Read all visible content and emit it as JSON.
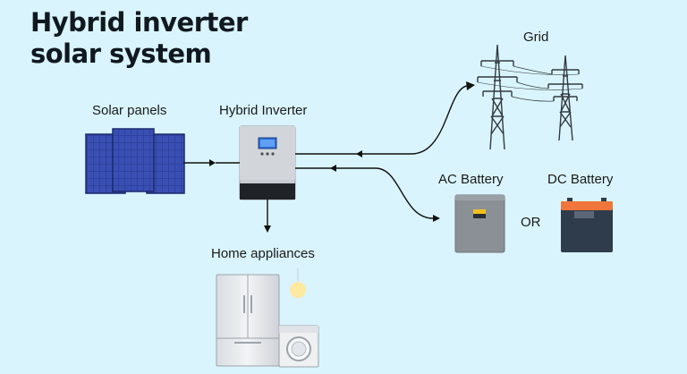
{
  "title": {
    "line1": "Hybrid inverter",
    "line2": "solar system"
  },
  "labels": {
    "solar_panels": "Solar panels",
    "hybrid_inverter": "Hybrid Inverter",
    "grid": "Grid",
    "ac_battery": "AC Battery",
    "dc_battery": "DC Battery",
    "or": "OR",
    "home_appliances": "Home appliances"
  },
  "colors": {
    "background": "#d9f4fd",
    "panel_blue": "#2d3f9a",
    "inverter_body": "#c9cdd3",
    "inverter_base": "#1f2227",
    "ac_battery": "#8b9097",
    "dc_battery": "#2e3c4b",
    "dc_battery_lid": "#f0763b",
    "line": "#111111"
  }
}
